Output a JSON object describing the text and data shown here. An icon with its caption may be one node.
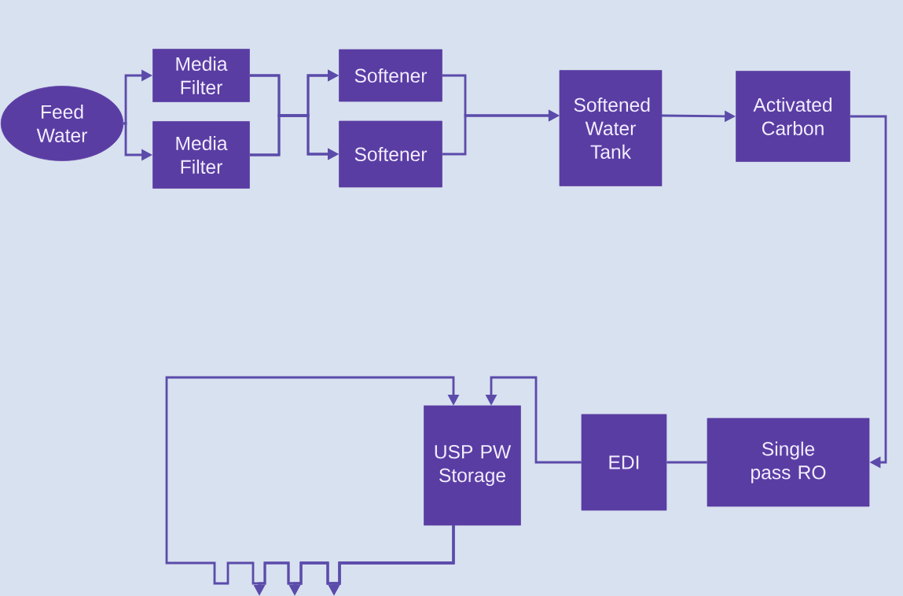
{
  "diagram": {
    "nodes": [
      {
        "text": [
          "Feed Water"
        ]
      },
      {
        "text": [
          "Media Filter"
        ]
      },
      {
        "text": [
          "Media Filter"
        ]
      },
      {
        "text": [
          "Softener"
        ]
      },
      {
        "text": [
          "Softener"
        ]
      },
      {
        "text": [
          "Softened Water Tank"
        ]
      },
      {
        "text": [
          "Activated Carbon"
        ]
      },
      {
        "text": [
          "Single pass RO"
        ]
      },
      {
        "text": [
          "EDI"
        ]
      },
      {
        "text": [
          "USP PW Storage"
        ]
      }
    ],
    "edges": [
      {
        "from": 0,
        "to": 1,
        "arrow": "to"
      },
      {
        "from": 0,
        "to": 2,
        "arrow": "to"
      },
      {
        "from": 1,
        "to": 3,
        "arrow": "to"
      },
      {
        "from": 1,
        "to": 4,
        "arrow": "to"
      },
      {
        "from": 2,
        "to": 3,
        "arrow": "to"
      },
      {
        "from": 2,
        "to": 4,
        "arrow": "to"
      },
      {
        "from": 3,
        "to": 5,
        "arrow": "to"
      },
      {
        "from": 4,
        "to": 5,
        "arrow": "to"
      },
      {
        "from": 5,
        "to": 6,
        "arrow": "to"
      },
      {
        "from": 6,
        "to": 7,
        "arrow": "to"
      },
      {
        "from": 7,
        "to": 8,
        "arrow": "none"
      },
      {
        "from": 8,
        "to": 9,
        "arrow": "to"
      },
      {
        "from": 9,
        "to": 9,
        "arrow": "to"
      },
      {
        "from": 9,
        "to": null,
        "arrow": "to"
      },
      {
        "from": 9,
        "to": null,
        "arrow": "to"
      },
      {
        "from": 9,
        "to": null,
        "arrow": "to"
      }
    ]
  }
}
